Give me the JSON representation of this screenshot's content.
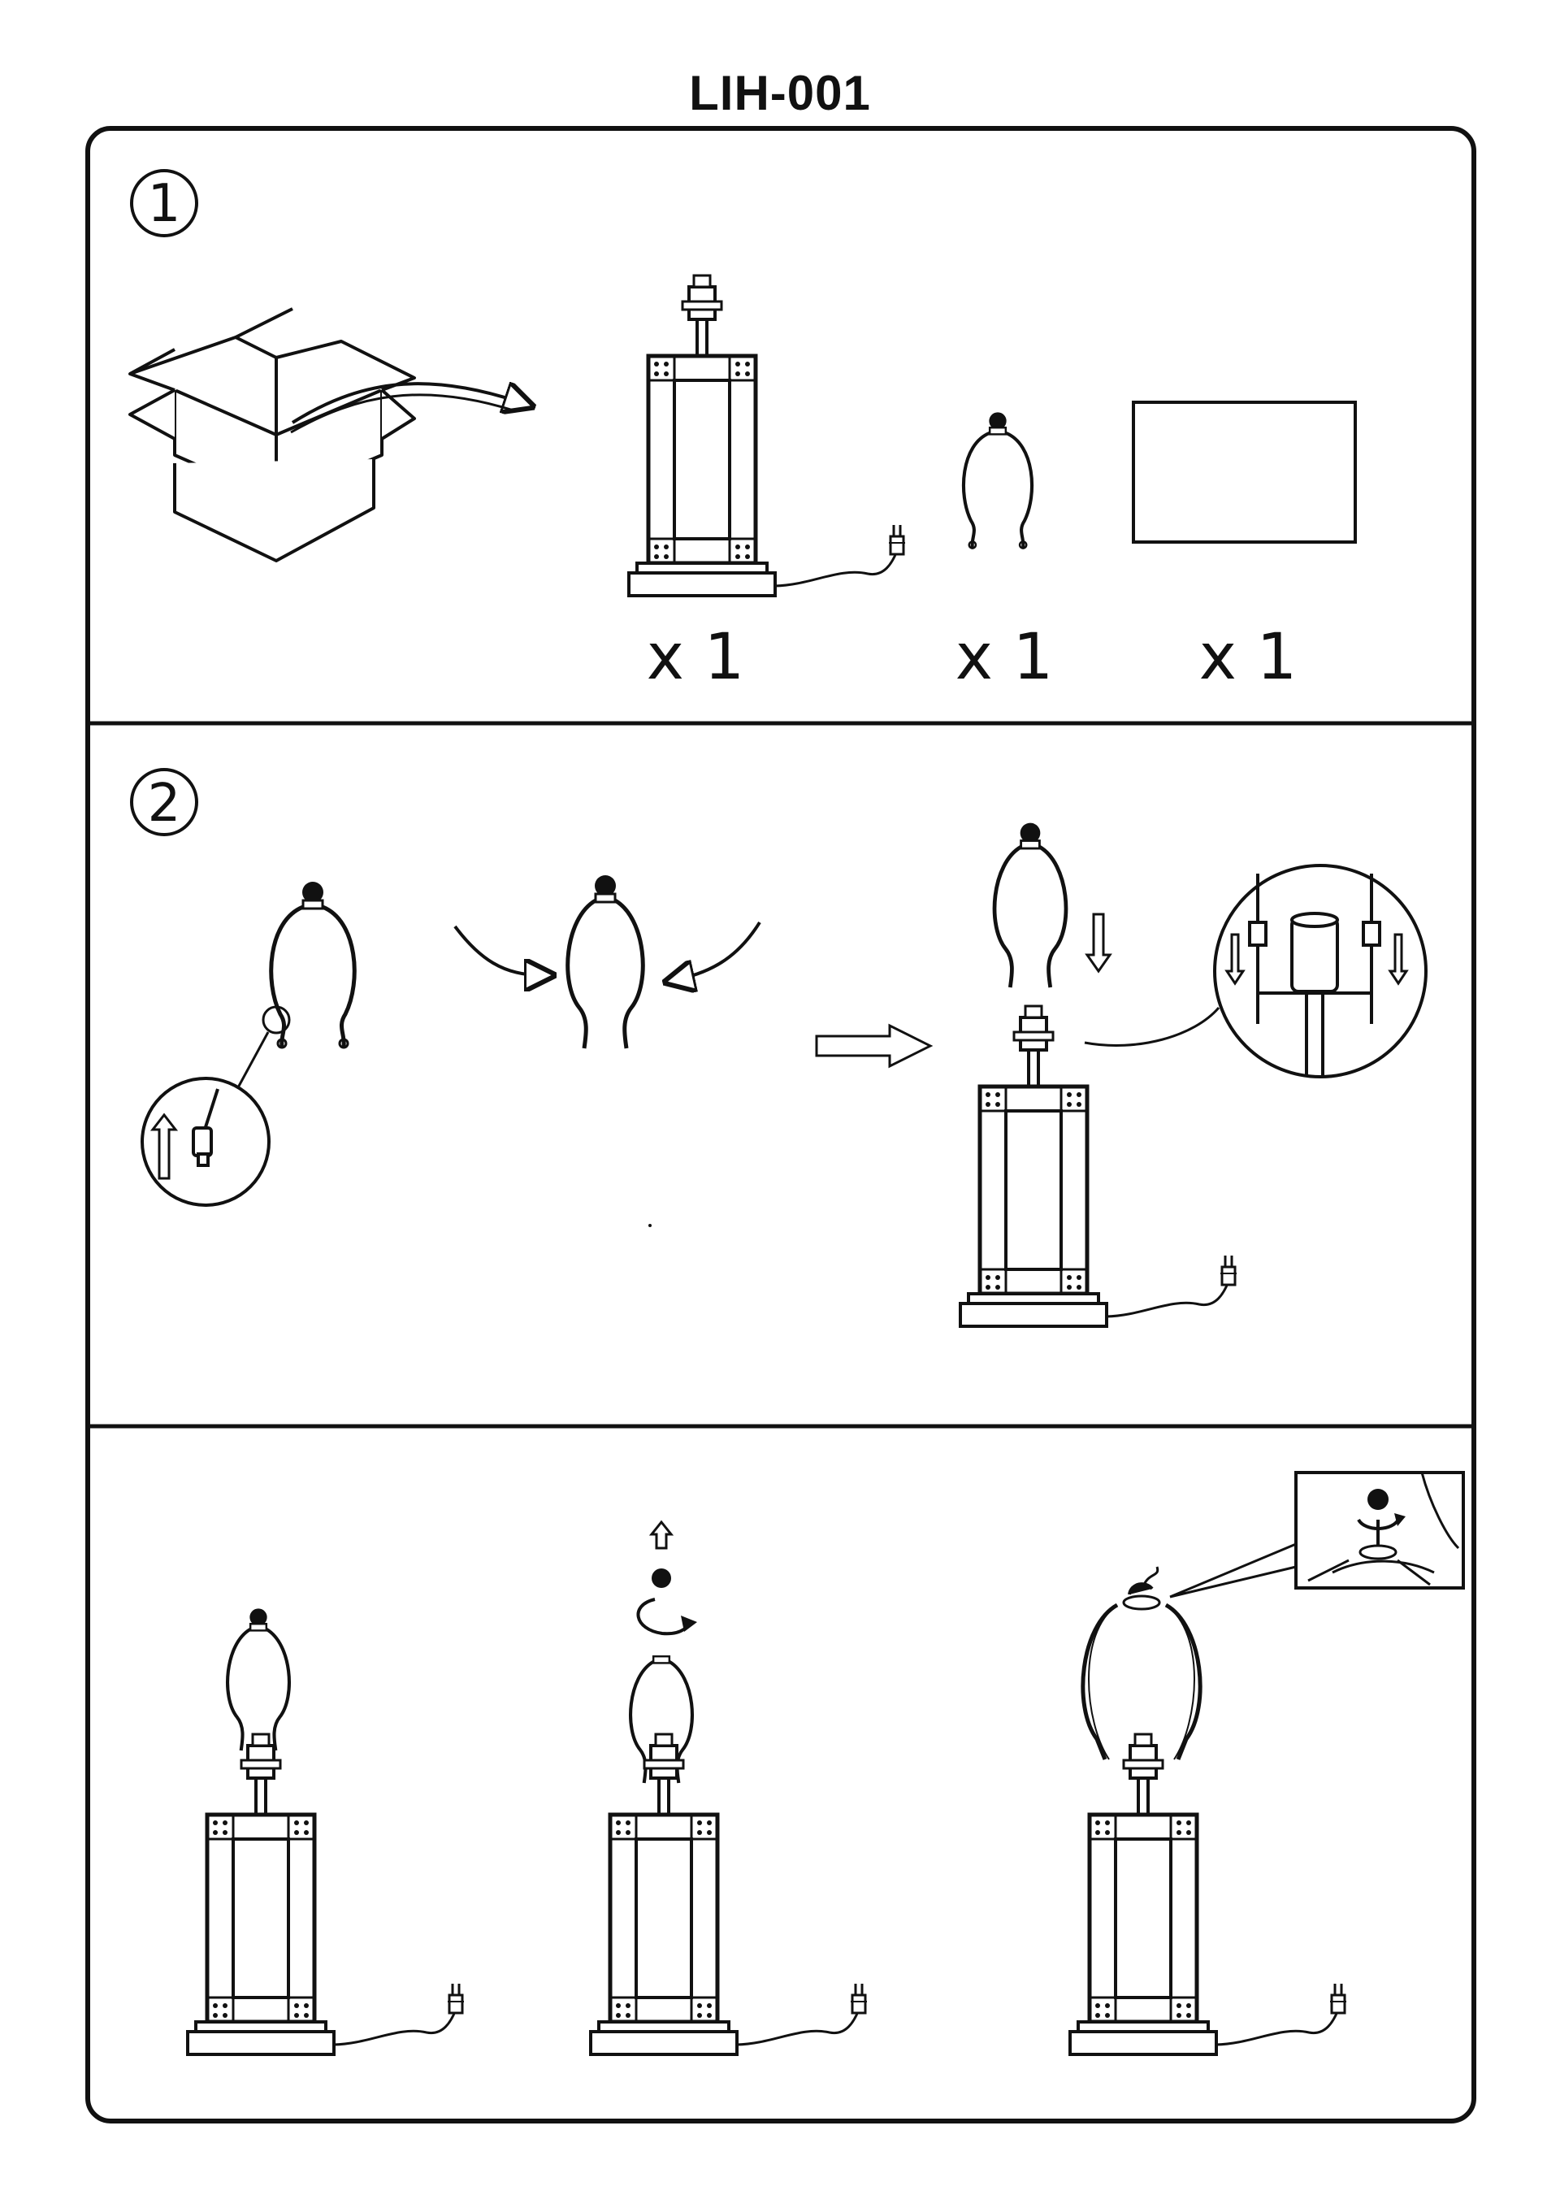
{
  "document": {
    "model": "LIH-001"
  },
  "steps": [
    {
      "number": "1",
      "parts": [
        {
          "name": "lamp base",
          "quantity": "x 1"
        },
        {
          "name": "harp",
          "quantity": "x 1"
        },
        {
          "name": "manual card",
          "quantity": "x 1"
        }
      ]
    },
    {
      "number": "2"
    },
    {
      "number": ""
    }
  ],
  "colors": {
    "line": "#111111",
    "background": "#ffffff"
  }
}
